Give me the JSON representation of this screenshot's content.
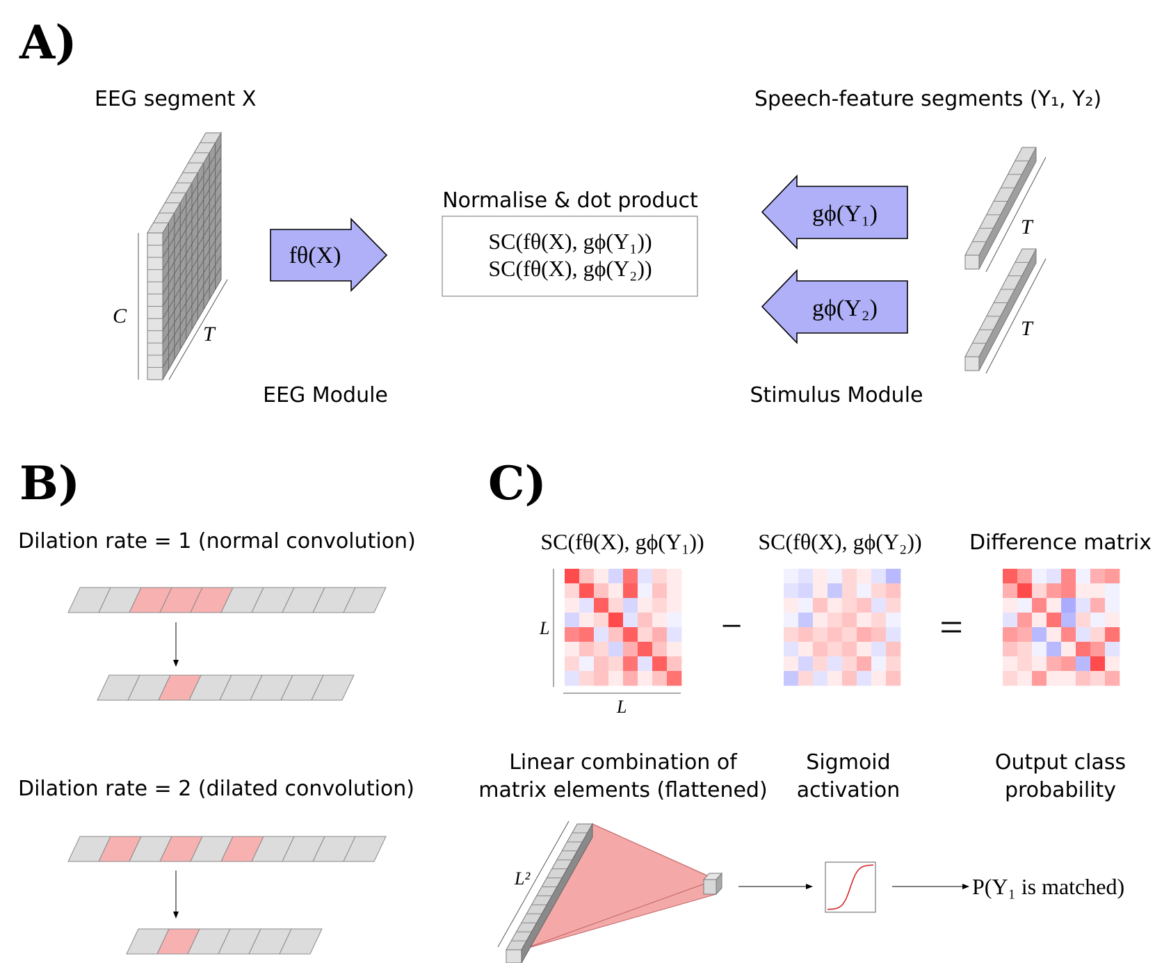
{
  "panels": {
    "a": "A)",
    "b": "B)",
    "c": "C)"
  },
  "panel_a": {
    "eeg_segment": "EEG segment X",
    "speech_segments": "Speech-feature segments (Y₁, Y₂)",
    "normalise": "Normalise & dot product",
    "eeg_module": "EEG Module",
    "stimulus_module": "Stimulus Module",
    "f_theta": "fθ(X)",
    "g_phi_1": "gϕ(Y₁)",
    "g_phi_2": "gϕ(Y₂)",
    "score_1": "SC(fθ(X), gϕ(Y₁))",
    "score_2": "SC(fθ(X), gϕ(Y₂))",
    "dim_c": "C",
    "dim_t": "T"
  },
  "panel_b": {
    "dilation_1": "Dilation rate = 1 (normal convolution)",
    "dilation_2": "Dilation rate = 2 (dilated convolution)",
    "rows": [
      {
        "cells": 10,
        "highlight": [
          2,
          3,
          4
        ]
      },
      {
        "cells": 8,
        "highlight": [
          2
        ]
      },
      {
        "cells": 10,
        "highlight": [
          1,
          3,
          5
        ]
      },
      {
        "cells": 6,
        "highlight": [
          1
        ]
      }
    ]
  },
  "panel_c": {
    "score_1": "SC(fθ(X), gϕ(Y₁))",
    "score_2": "SC(fθ(X), gϕ(Y₂))",
    "difference": "Difference matrix",
    "minus": "−",
    "equals": "=",
    "dim_l": "L",
    "dim_l2": "L²",
    "linear_1": "Linear combination of",
    "linear_2": "matrix elements (flattened)",
    "sigmoid_1": "Sigmoid",
    "sigmoid_2": "activation",
    "output_1": "Output class",
    "output_2": "probability",
    "result": "P(Y₁ is matched)",
    "matrix_1": [
      [
        0.9,
        0.3,
        0.1,
        -0.3,
        0.7,
        -0.2,
        0.2,
        0.1
      ],
      [
        0.2,
        0.85,
        0.3,
        0.1,
        0.8,
        -0.1,
        0.3,
        0.1
      ],
      [
        0.1,
        -0.2,
        0.8,
        0.2,
        -0.3,
        0.1,
        0.2,
        0.1
      ],
      [
        -0.3,
        0.1,
        0.2,
        0.9,
        -0.2,
        0.3,
        0.1,
        -0.1
      ],
      [
        0.6,
        0.7,
        -0.2,
        0.3,
        0.8,
        0.2,
        0.4,
        -0.2
      ],
      [
        0.1,
        0.3,
        0.2,
        -0.3,
        0.4,
        0.8,
        0.3,
        0.1
      ],
      [
        0.2,
        -0.1,
        0.3,
        0.2,
        0.7,
        -0.2,
        0.8,
        0.3
      ],
      [
        -0.2,
        0.2,
        0.3,
        0.1,
        0.4,
        0.1,
        0.3,
        0.7
      ]
    ],
    "matrix_2": [
      [
        -0.1,
        -0.2,
        0.1,
        -0.1,
        0.2,
        0.1,
        -0.2,
        -0.5
      ],
      [
        -0.2,
        -0.3,
        0.1,
        -0.4,
        0.2,
        -0.1,
        0.2,
        0.3
      ],
      [
        0.1,
        -0.1,
        0.3,
        0.1,
        0.2,
        0.3,
        -0.2,
        0.2
      ],
      [
        -0.1,
        -0.4,
        0.1,
        0.2,
        0.3,
        0.1,
        0.2,
        -0.1
      ],
      [
        0.2,
        0.3,
        0.2,
        0.3,
        0.2,
        0.4,
        0.3,
        -0.2
      ],
      [
        -0.2,
        0.1,
        0.3,
        0.2,
        0.3,
        0.1,
        -0.2,
        0.3
      ],
      [
        0.1,
        -0.3,
        0.2,
        -0.2,
        0.2,
        0.4,
        -0.1,
        0.2
      ],
      [
        -0.4,
        0.2,
        -0.2,
        0.1,
        0.3,
        -0.2,
        0.1,
        0.3
      ]
    ],
    "matrix_3": [
      [
        0.8,
        0.5,
        -0.1,
        -0.2,
        0.6,
        -0.1,
        0.4,
        0.5
      ],
      [
        0.4,
        0.9,
        0.2,
        0.5,
        0.6,
        0.1,
        0.1,
        -0.1
      ],
      [
        0.1,
        -0.1,
        0.6,
        0.1,
        -0.6,
        -0.2,
        0.4,
        -0.1
      ],
      [
        -0.2,
        0.5,
        0.1,
        0.7,
        -0.5,
        0.2,
        -0.1,
        0.1
      ],
      [
        0.5,
        0.4,
        -0.5,
        0.1,
        0.6,
        -0.2,
        0.2,
        0.7
      ],
      [
        0.3,
        0.2,
        -0.1,
        -0.5,
        0.1,
        0.7,
        0.5,
        -0.2
      ],
      [
        0.1,
        0.2,
        0.1,
        0.4,
        0.5,
        -0.5,
        0.9,
        0.1
      ],
      [
        0.2,
        0.1,
        0.5,
        0.1,
        0.1,
        0.3,
        0.2,
        0.4
      ]
    ]
  }
}
